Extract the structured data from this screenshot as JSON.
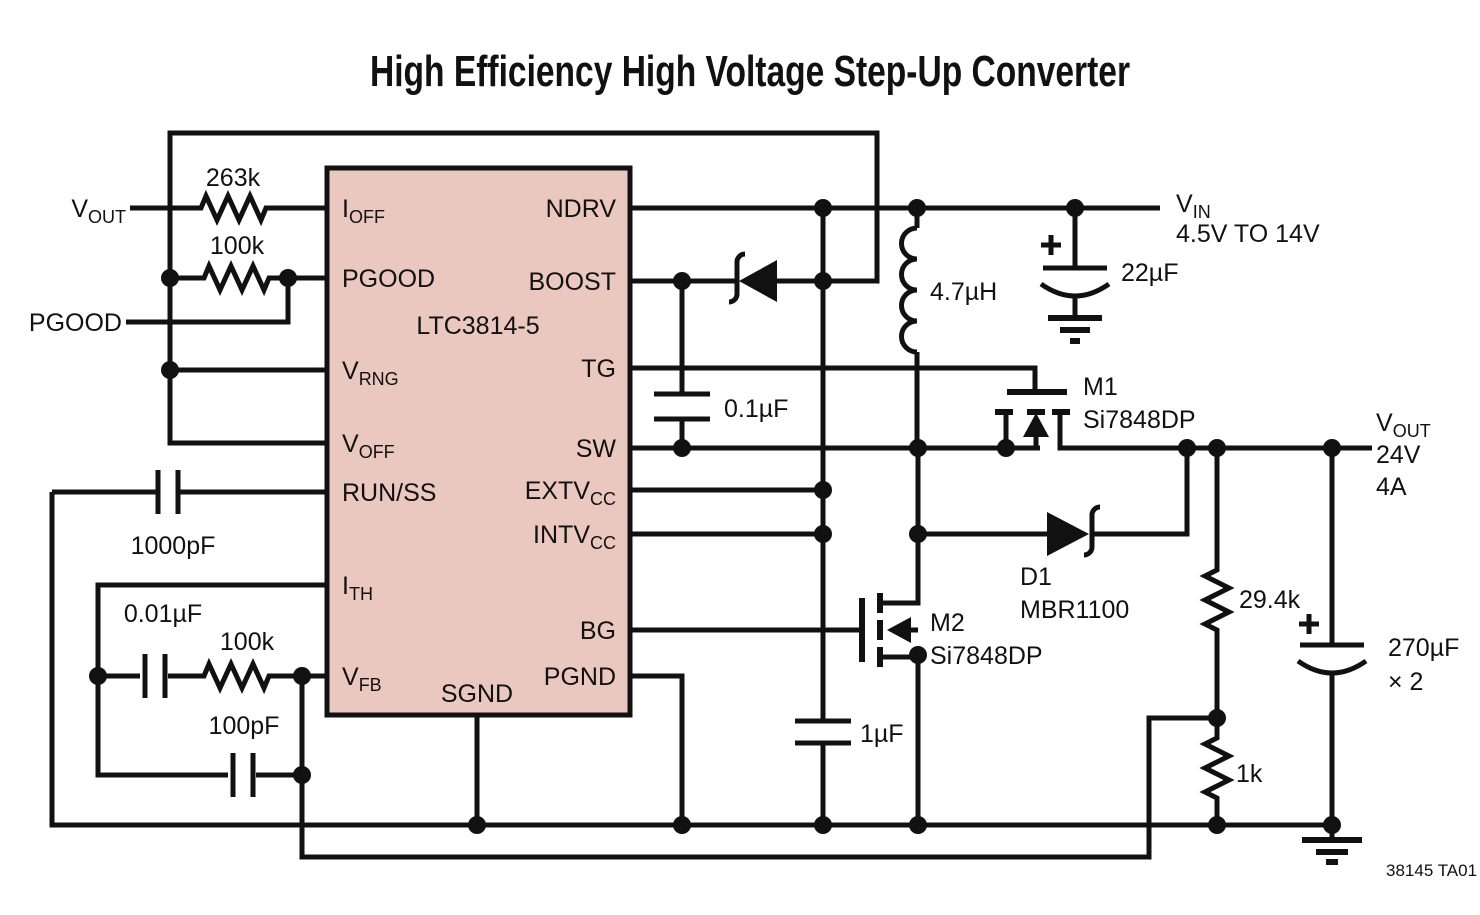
{
  "title": "High Efficiency High Voltage Step-Up Converter",
  "ic": {
    "part": "LTC3814-5",
    "pins_left": [
      {
        "main": "I",
        "sub": "OFF"
      },
      {
        "main": "PGOOD",
        "sub": ""
      },
      {
        "main": "V",
        "sub": "RNG"
      },
      {
        "main": "V",
        "sub": "OFF"
      },
      {
        "main": "RUN/SS",
        "sub": ""
      },
      {
        "main": "I",
        "sub": "TH"
      },
      {
        "main": "V",
        "sub": "FB"
      }
    ],
    "pins_right": [
      {
        "main": "NDRV",
        "sub": ""
      },
      {
        "main": "BOOST",
        "sub": ""
      },
      {
        "main": "TG",
        "sub": ""
      },
      {
        "main": "SW",
        "sub": ""
      },
      {
        "main": "EXTV",
        "sub": "CC"
      },
      {
        "main": "INTV",
        "sub": "CC"
      },
      {
        "main": "BG",
        "sub": ""
      },
      {
        "main": "PGND",
        "sub": ""
      }
    ],
    "pin_bottom": "SGND"
  },
  "left_labels": {
    "vout": {
      "main": "V",
      "sub": "OUT"
    },
    "pgood": "PGOOD"
  },
  "values": {
    "r_ioff": "263k",
    "r_pgood": "100k",
    "c_ss": "1000pF",
    "c_comp": "0.01µF",
    "r_comp": "100k",
    "c_ff": "100pF",
    "c_boost": "0.1µF",
    "l1": "4.7µH",
    "c_in": "22µF",
    "c_vcc": "1µF",
    "r_fb_top": "29.4k",
    "r_fb_bot": "1k",
    "c_out": "270µF",
    "c_out_mult": "× 2"
  },
  "parts": {
    "m1": {
      "ref": "M1",
      "part": "Si7848DP"
    },
    "m2": {
      "ref": "M2",
      "part": "Si7848DP"
    },
    "d1": {
      "ref": "D1",
      "part": "MBR1100"
    }
  },
  "rails": {
    "vin": {
      "main": "V",
      "sub": "IN"
    },
    "vin_range": "4.5V TO 14V",
    "vout": {
      "main": "V",
      "sub": "OUT"
    },
    "vout_v": "24V",
    "vout_a": "4A"
  },
  "footer": {
    "fig_id": "38145 TA01"
  },
  "colors": {
    "ic_fill": "#eac7bf",
    "line": "#111111"
  }
}
